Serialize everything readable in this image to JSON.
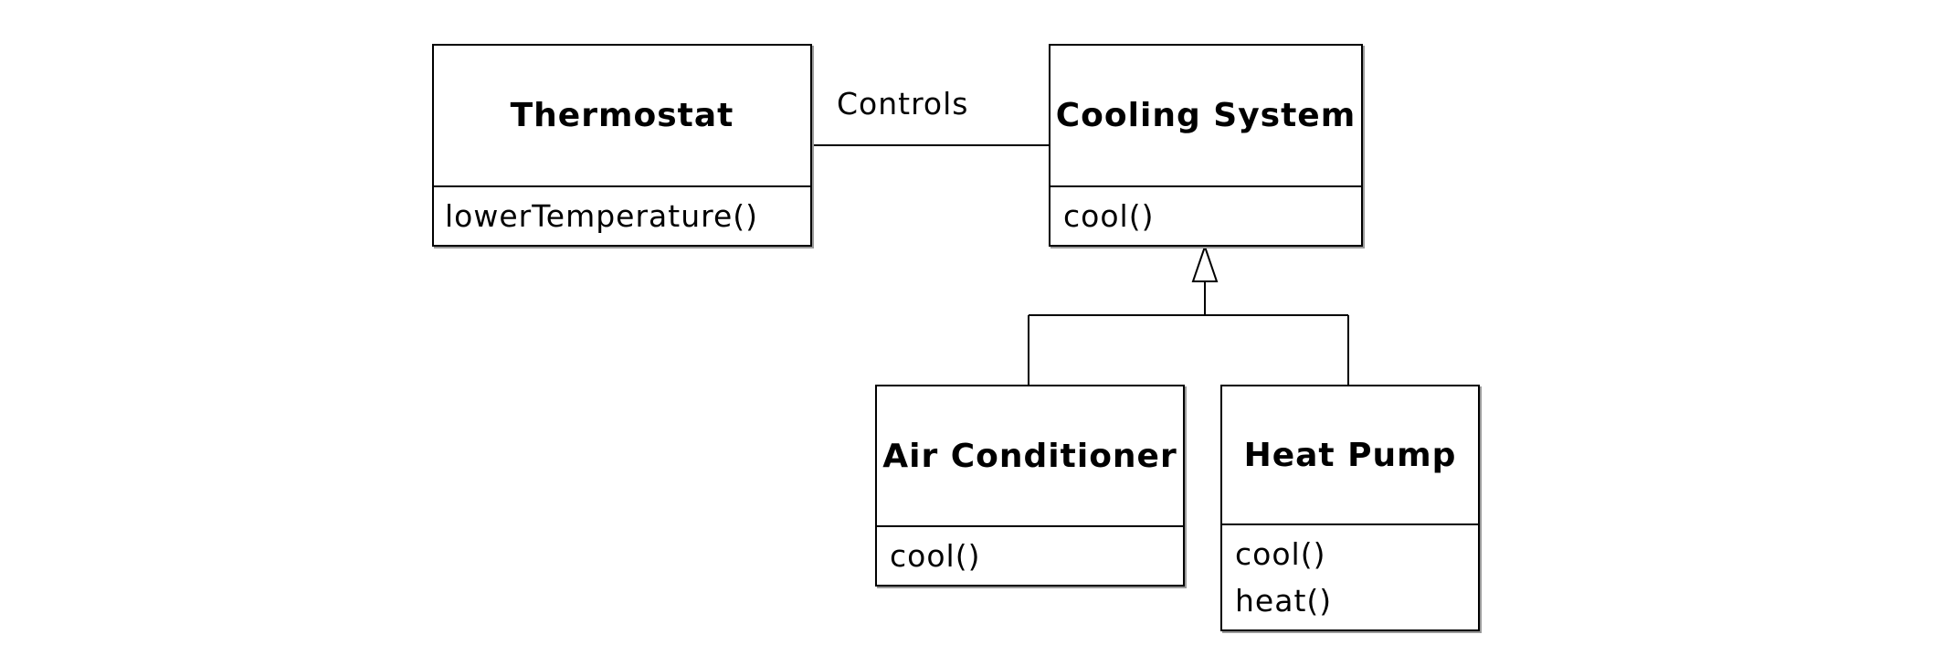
{
  "diagram": {
    "association": {
      "label": "Controls"
    },
    "classes": {
      "thermostat": {
        "name": "Thermostat",
        "operations": [
          "lowerTemperature()"
        ]
      },
      "cooling_system": {
        "name": "Cooling System",
        "operations": [
          "cool()"
        ]
      },
      "air_conditioner": {
        "name": "Air Conditioner",
        "operations": [
          "cool()"
        ]
      },
      "heat_pump": {
        "name": "Heat Pump",
        "operations": [
          "cool()",
          "heat()"
        ]
      }
    }
  }
}
